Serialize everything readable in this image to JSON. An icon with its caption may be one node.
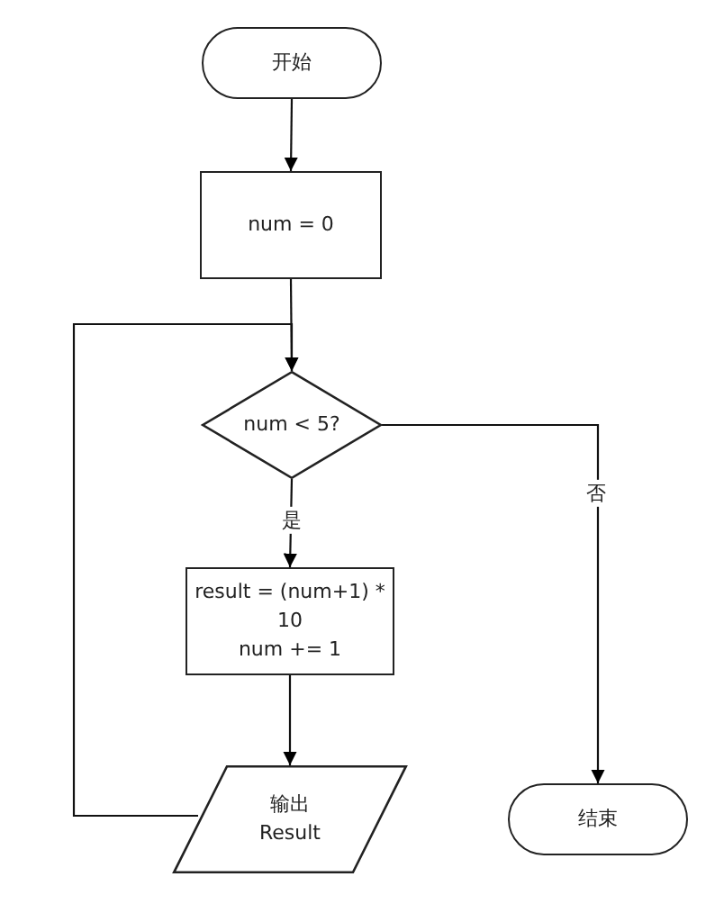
{
  "diagram": {
    "nodes": [
      {
        "text": [
          "开始"
        ]
      },
      {
        "text": [
          "num = 0"
        ]
      },
      {
        "text": [
          "num < 5?"
        ]
      },
      {
        "text": [
          "result = (num+1) * 10",
          "num += 1"
        ]
      },
      {
        "text": [
          "输出 Result"
        ]
      },
      {
        "text": [
          "结束"
        ]
      }
    ],
    "edges": [
      {
        "from": 0,
        "to": 1,
        "arrow": "to"
      },
      {
        "from": 1,
        "to": 2,
        "arrow": "to"
      },
      {
        "from": 2,
        "to": 3,
        "arrow": "to",
        "label": "是"
      },
      {
        "from": 2,
        "to": 5,
        "arrow": "to",
        "label": "否"
      },
      {
        "from": 3,
        "to": 4,
        "arrow": "to"
      },
      {
        "from": 4,
        "to": 2,
        "arrow": "to"
      }
    ]
  }
}
